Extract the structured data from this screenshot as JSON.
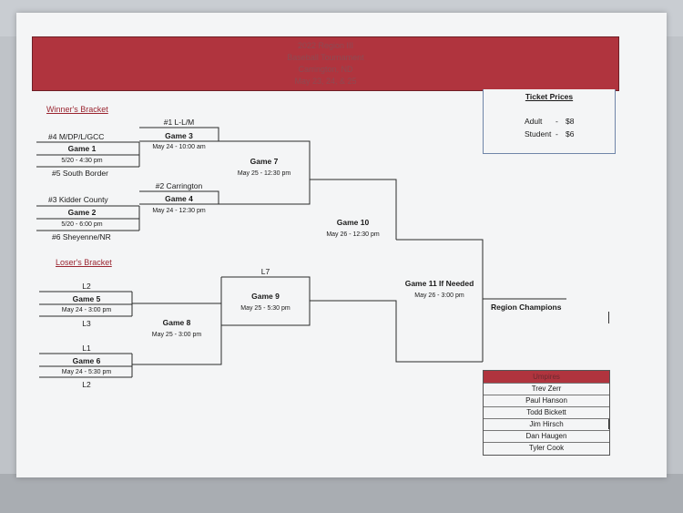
{
  "title": {
    "line1": "2022 Region III",
    "line2": "Baseball Tournament",
    "line3": "Carrington, ND",
    "line4": "May 23, 24, & 25"
  },
  "winners_bracket_label": "Winner's Bracket",
  "losers_bracket_label": "Loser's Bracket",
  "ticket_prices": {
    "heading": "Ticket Prices",
    "adult_label": "Adult",
    "adult_dash": "-",
    "adult_price": "$8",
    "student_label": "Student",
    "student_dash": "-",
    "student_price": "$6"
  },
  "game1": {
    "top": "#4 M/DP/L/GCC",
    "name": "Game 1",
    "time": "5/20 - 4:30 pm",
    "bottom": "#5 South Border"
  },
  "game2": {
    "top": "#3 Kidder County",
    "name": "Game 2",
    "time": "5/20 - 6:00 pm",
    "bottom": "#6 Sheyenne/NR"
  },
  "game3": {
    "top": "#1 L-L/M",
    "name": "Game 3",
    "time": "May 24 - 10:00 am"
  },
  "game4": {
    "top": "#2 Carrington",
    "name": "Game 4",
    "time": "May 24 - 12:30 pm"
  },
  "game5": {
    "top": "L2",
    "name": "Game 5",
    "time": "May 24 - 3:00 pm",
    "bottom": "L3"
  },
  "game6": {
    "top": "L1",
    "name": "Game 6",
    "time": "May 24 - 5:30 pm",
    "bottom": "L2"
  },
  "game7": {
    "name": "Game 7",
    "time": "May 25 - 12:30 pm"
  },
  "game8": {
    "name": "Game 8",
    "time": "May 25 - 3:00 pm"
  },
  "game9": {
    "top": "L7",
    "name": "Game 9",
    "time": "May 25 - 5:30 pm"
  },
  "game10": {
    "name": "Game 10",
    "time": "May 26 - 12:30 pm"
  },
  "game11": {
    "name": "Game 11 If Needed",
    "time": "May 26 - 3:00 pm"
  },
  "champions": "Region Champions",
  "umpires": {
    "heading": "Umpires",
    "names": [
      "Trev Zerr",
      "Paul Hanson",
      "Todd Bickett",
      "Jim Hirsch",
      "Dan Haugen",
      "Tyler Cook"
    ]
  }
}
